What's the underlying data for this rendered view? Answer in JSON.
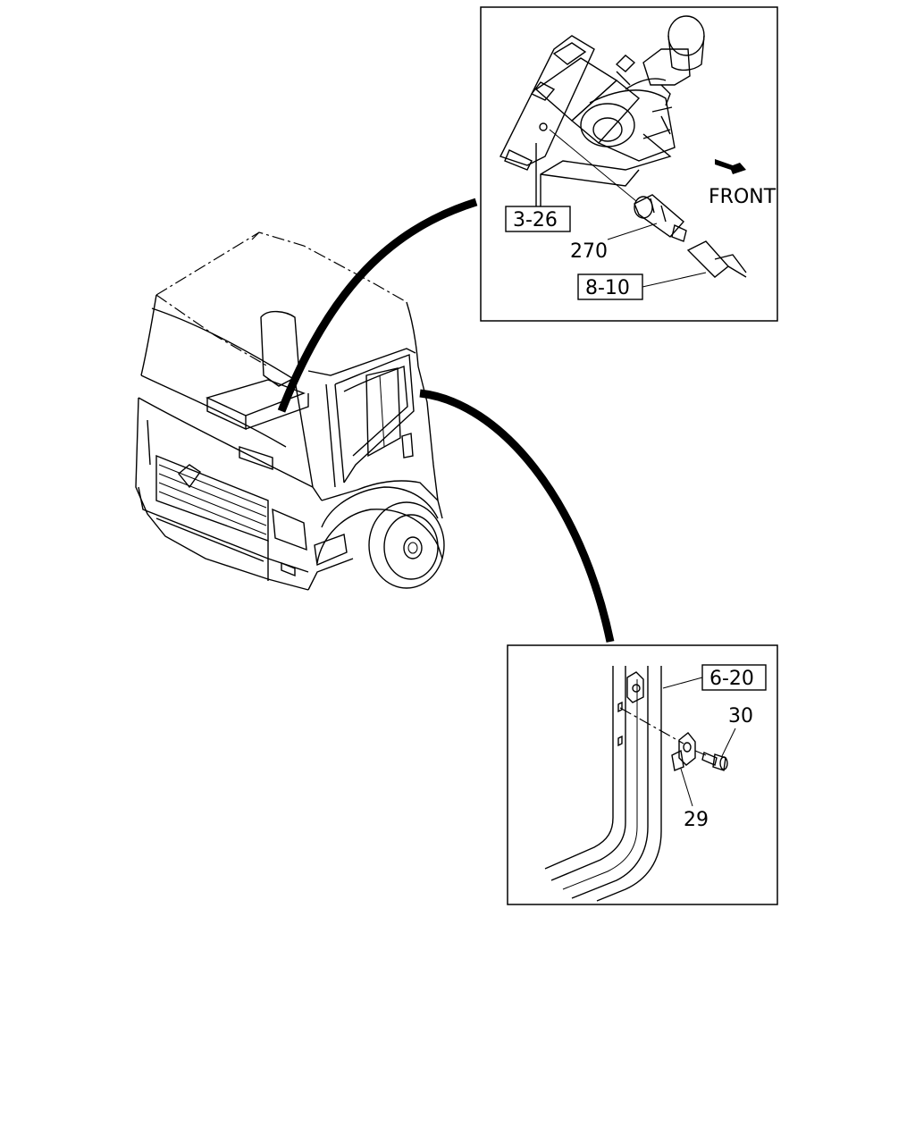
{
  "callouts": {
    "ref_3_26": "3-26",
    "part_270": "270",
    "ref_8_10": "8-10",
    "front": "FRONT",
    "ref_6_20": "6-20",
    "part_30": "30",
    "part_29": "29"
  }
}
